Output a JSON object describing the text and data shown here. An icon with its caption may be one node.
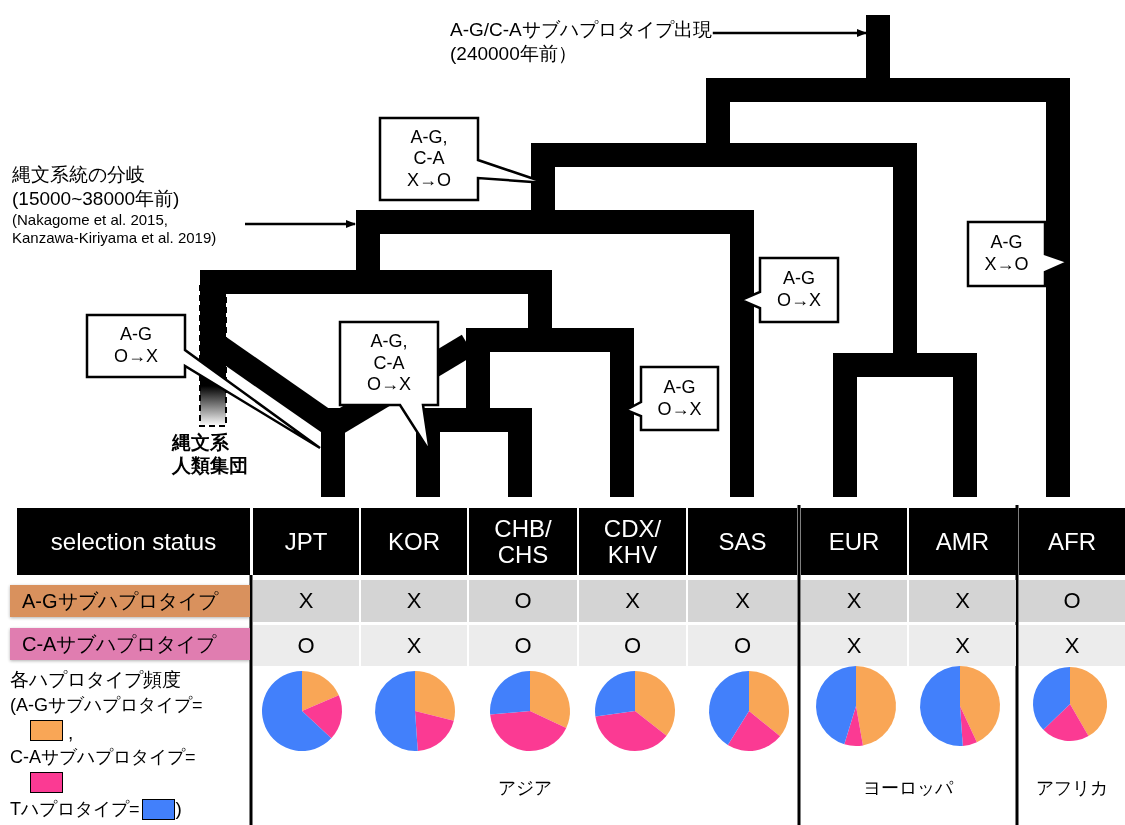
{
  "diagram": {
    "nodes": [
      {
        "text": [
          "A-G/C-Aサブハプロタイプ出現",
          "(240000年前）"
        ]
      },
      {
        "text": [
          "縄文系統の分岐",
          "(15000~38000年前)",
          "(Nakagome et al. 2015, Kanzawa-Kiriyama et al. 2019)"
        ]
      },
      {
        "text": [
          "A-G, C-A X→O"
        ]
      },
      {
        "text": [
          "A-G X→O"
        ]
      },
      {
        "text": [
          "A-G O→X"
        ]
      },
      {
        "text": [
          "A-G O→X"
        ]
      },
      {
        "text": [
          "A-G, C-A O→X"
        ]
      },
      {
        "text": [
          "A-G O→X"
        ]
      }
    ],
    "edges": [
      {
        "from": 0,
        "to": null,
        "arrow": "to"
      },
      {
        "from": 1,
        "to": null,
        "arrow": "to"
      }
    ],
    "labels": [
      "縄文系",
      "人類集団",
      "selection status",
      "JPT",
      "KOR",
      "CHB/ CHS",
      "CDX/ KHV",
      "SAS",
      "EUR",
      "AMR",
      "AFR",
      "A-Gサブハプロタイプ",
      "X",
      "X",
      "O",
      "X",
      "X",
      "X",
      "X",
      "O",
      "C-Aサブハプロタイプ",
      "O",
      "X",
      "O",
      "O",
      "O",
      "X",
      "X",
      "X",
      "各ハプロタイプ頻度",
      ",",
      ")",
      "アジア",
      "ヨーロッパ",
      "アフリカ"
    ],
    "legend": [
      {
        "text": "(A-Gサブハプロタイプ=",
        "color": "#f9a656"
      },
      {
        "text": "C-Aサブハプロタイプ=",
        "color": "#fb3a93"
      },
      {
        "text": "Tハプロタイプ=",
        "color": "#4280fb"
      }
    ]
  }
}
